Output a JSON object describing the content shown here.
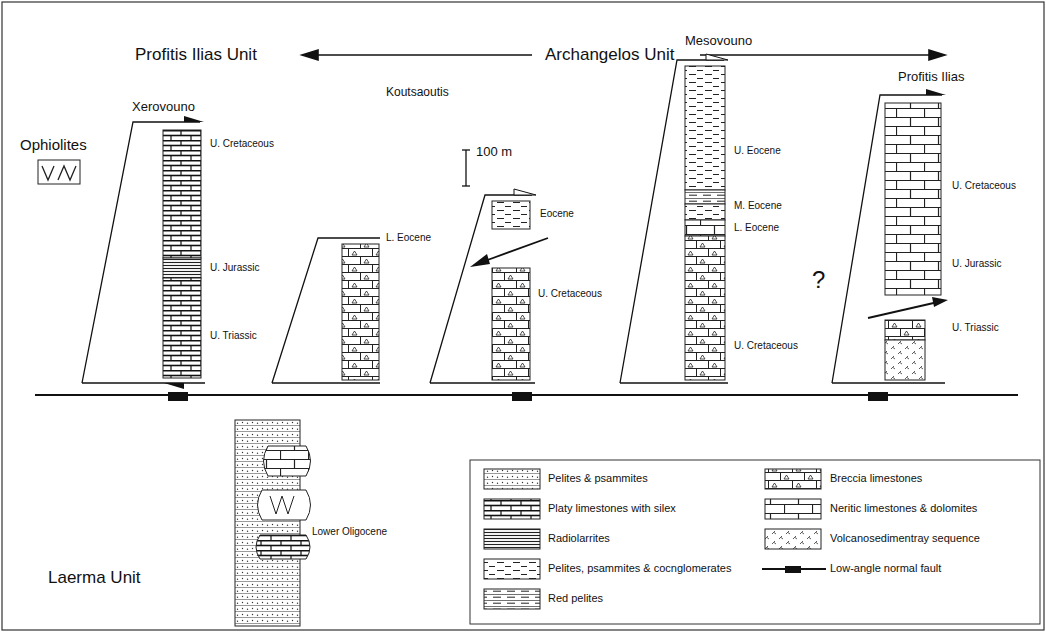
{
  "diagram": {
    "labels": [
      "Profitis Ilias Unit",
      "Archangelos Unit",
      "Xerovouno",
      "Ophiolites",
      "U. Cretaceous",
      "U. Jurassic",
      "U. Triassic",
      "Koutsaoutis",
      "100 m",
      "L. Eocene",
      "Eocene",
      "U. Cretaceous",
      "Mesovouno",
      "U. Eocene",
      "M. Eocene",
      "L. Eocene",
      "U. Cretaceous",
      "Profitis Ilias",
      "U. Cretaceous",
      "U. Jurassic",
      "?",
      "U. Triassic",
      "Laerma Unit",
      "Lower Oligocene"
    ],
    "legend": [
      {
        "text": "Pelites & psammites"
      },
      {
        "text": "Platy limestones with silex"
      },
      {
        "text": "Radiolarrites"
      },
      {
        "text": "Pelites, psammites & cocnglomerates"
      },
      {
        "text": "Red pelites"
      },
      {
        "text": "Breccia limestones"
      },
      {
        "text": "Neritic limestones & dolomites"
      },
      {
        "text": "Volcanosedimentray sequence"
      },
      {
        "text": "Low-angle normal fault"
      }
    ]
  }
}
